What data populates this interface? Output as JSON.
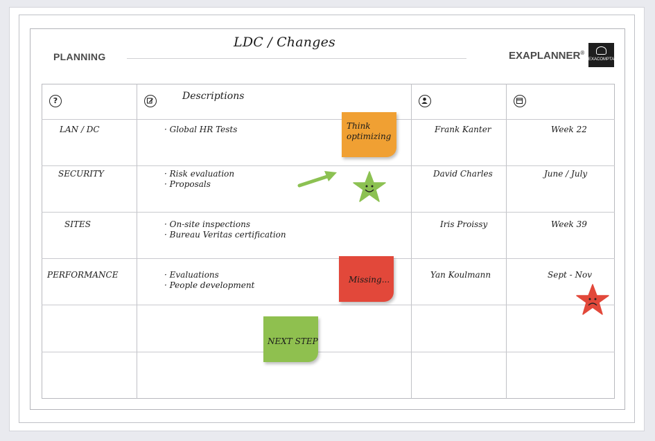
{
  "header": {
    "title": "LDC / Changes",
    "section_label": "PLANNING",
    "brand": "EXAPLANNER",
    "brand_mark": "®",
    "logo_text": "EXACOMPTA"
  },
  "columns": {
    "col1_icon": "?",
    "col2_label": "Descriptions"
  },
  "rows": [
    {
      "topic": "LAN / DC",
      "descriptions": [
        "· Global HR Tests"
      ],
      "person": "Frank Kanter",
      "date": "Week 22"
    },
    {
      "topic": "SECURITY",
      "descriptions": [
        "· Risk evaluation",
        "· Proposals"
      ],
      "person": "David Charles",
      "date": "June / July"
    },
    {
      "topic": "SITES",
      "descriptions": [
        "· On-site inspections",
        "· Bureau Veritas certification"
      ],
      "person": "Iris Proissy",
      "date": "Week 39"
    },
    {
      "topic": "PERFORMANCE",
      "descriptions": [
        "· Evaluations",
        "· People development"
      ],
      "person": "Yan Koulmann",
      "date": "Sept - Nov"
    }
  ],
  "notes": {
    "orange": {
      "line1": "Think",
      "line2": "optimizing",
      "color": "#f0a033"
    },
    "red": {
      "text": "Missing...",
      "color": "#e2483a"
    },
    "green": {
      "text": "NEXT STEP",
      "color": "#8fc04f"
    }
  },
  "stickers": {
    "green_star": {
      "icon": "smiley-star-icon",
      "color": "#8cc152"
    },
    "red_star": {
      "icon": "sad-star-icon",
      "color": "#e2483a"
    },
    "arrow": {
      "icon": "arrow-icon",
      "color": "#8cc152"
    }
  }
}
